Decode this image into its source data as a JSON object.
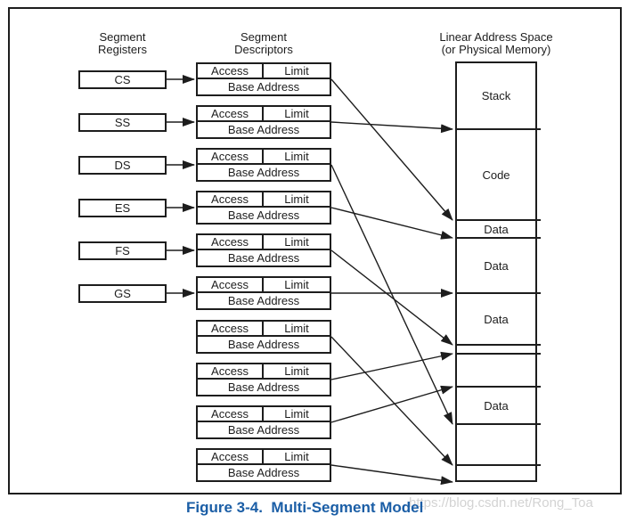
{
  "figure": {
    "caption": "Figure 3-4.  Multi-Segment Model",
    "watermark": "https://blog.csdn.net/Rong_Toa"
  },
  "columns": {
    "registers_header": [
      "Segment",
      "Registers"
    ],
    "descriptors_header": [
      "Segment",
      "Descriptors"
    ],
    "memory_header": [
      "Linear Address Space",
      "(or Physical Memory)"
    ]
  },
  "registers": [
    "CS",
    "SS",
    "DS",
    "ES",
    "FS",
    "GS"
  ],
  "descriptor_labels": {
    "access": "Access",
    "limit": "Limit",
    "base": "Base Address"
  },
  "descriptor_count": 10,
  "memory_sections": [
    {
      "label": "Stack",
      "height": 76
    },
    {
      "label": "Code",
      "height": 102
    },
    {
      "label": "Data",
      "height": 20
    },
    {
      "label": "Data",
      "height": 62
    },
    {
      "label": "Data",
      "height": 58
    },
    {
      "label": "",
      "height": 10
    },
    {
      "label": "",
      "height": 37
    },
    {
      "label": "Data",
      "height": 42
    },
    {
      "label": "",
      "height": 46
    },
    {
      "label": "",
      "height": 19
    }
  ],
  "descriptor_to_section": [
    1,
    0,
    7,
    2,
    4,
    3,
    8,
    5,
    6,
    9
  ],
  "colors": {
    "line": "#1d1d1d",
    "caption_blue": "#1b5ea6",
    "watermark_gray": "#d3d3d3"
  }
}
